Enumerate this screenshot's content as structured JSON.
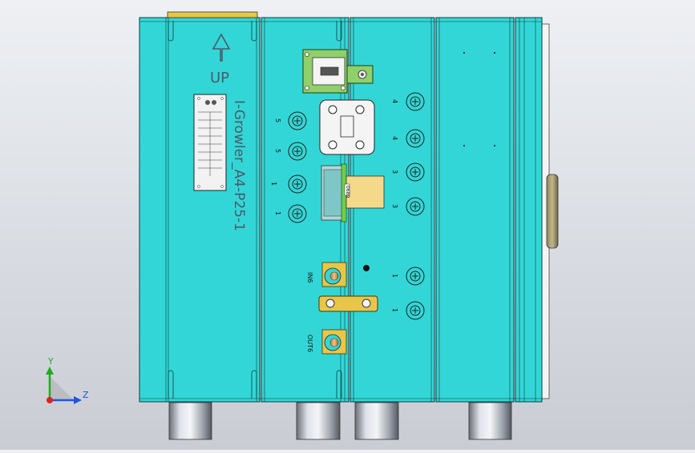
{
  "model_view": {
    "up_label": "UP",
    "part_name": "I-Growler_A4-P25-1",
    "port_labels": {
      "left_col": [
        "5",
        "5",
        "1",
        "1"
      ],
      "right_col": [
        "4",
        "4",
        "3",
        "3",
        "1",
        "1"
      ],
      "in_label": "IN6",
      "out_label": "OUT6"
    },
    "connector_label": "0689",
    "colors": {
      "body": "#33d6d6",
      "body_dark": "#1fa5a5",
      "outline": "#0a3d3d",
      "bracket": "#8fd06a",
      "brass": "#e8c64a"
    }
  },
  "triad": {
    "y_label": "Y",
    "z_label": "Z",
    "colors": {
      "y": "#22aa22",
      "z": "#2255dd",
      "origin": "#dd2222"
    }
  }
}
